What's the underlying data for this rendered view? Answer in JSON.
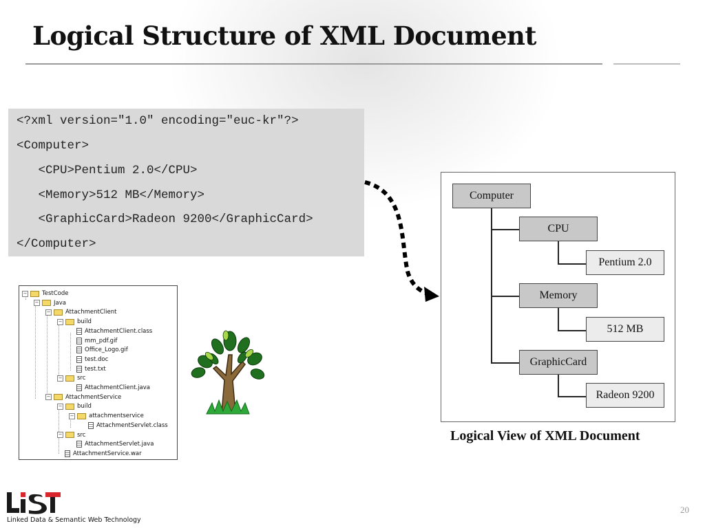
{
  "slide": {
    "title": "Logical Structure of XML Document",
    "page_number": "20"
  },
  "code": {
    "lines": [
      "<?xml version=\"1.0\" encoding=\"euc-kr\"?>",
      "<Computer>",
      "   <CPU>Pentium 2.0</CPU>",
      "   <Memory>512 MB</Memory>",
      "   <GraphicCard>Radeon 9200</GraphicCard>",
      "</Computer>"
    ]
  },
  "logical_view": {
    "root": "Computer",
    "nodes": [
      {
        "name": "CPU",
        "value": "Pentium 2.0"
      },
      {
        "name": "Memory",
        "value": "512 MB"
      },
      {
        "name": "GraphicCard",
        "value": "Radeon 9200"
      }
    ],
    "caption": "Logical View of XML Document"
  },
  "file_tree": {
    "items": [
      {
        "label": "TestCode",
        "type": "folder",
        "level": 0
      },
      {
        "label": "Java",
        "type": "folder",
        "level": 1
      },
      {
        "label": "AttachmentClient",
        "type": "folder",
        "level": 2
      },
      {
        "label": "build",
        "type": "folder",
        "level": 3
      },
      {
        "label": "AttachmentClient.class",
        "type": "file",
        "level": 4
      },
      {
        "label": "mm_pdf.gif",
        "type": "file",
        "level": 4
      },
      {
        "label": "Office_Logo.gif",
        "type": "file",
        "level": 4
      },
      {
        "label": "test.doc",
        "type": "file",
        "level": 4
      },
      {
        "label": "test.txt",
        "type": "file",
        "level": 4
      },
      {
        "label": "src",
        "type": "folder",
        "level": 3
      },
      {
        "label": "AttachmentClient.java",
        "type": "file",
        "level": 4
      },
      {
        "label": "AttachmentService",
        "type": "folder",
        "level": 2
      },
      {
        "label": "build",
        "type": "folder",
        "level": 3
      },
      {
        "label": "attachmentservice",
        "type": "folder",
        "level": 4
      },
      {
        "label": "AttachmentServlet.class",
        "type": "file",
        "level": 5
      },
      {
        "label": "src",
        "type": "folder",
        "level": 3
      },
      {
        "label": "AttachmentServlet.java",
        "type": "file",
        "level": 4
      },
      {
        "label": "AttachmentService.war",
        "type": "file",
        "level": 3
      }
    ]
  },
  "footer": {
    "logo_text": "LiST",
    "text": "Linked Data & Semantic Web Technology"
  },
  "colors": {
    "code_background": "#d9d9d9",
    "node_dark": "#c8c8c8",
    "node_light": "#ececec",
    "logo_red": "#d9262c",
    "logo_dark": "#1a1a1a"
  }
}
